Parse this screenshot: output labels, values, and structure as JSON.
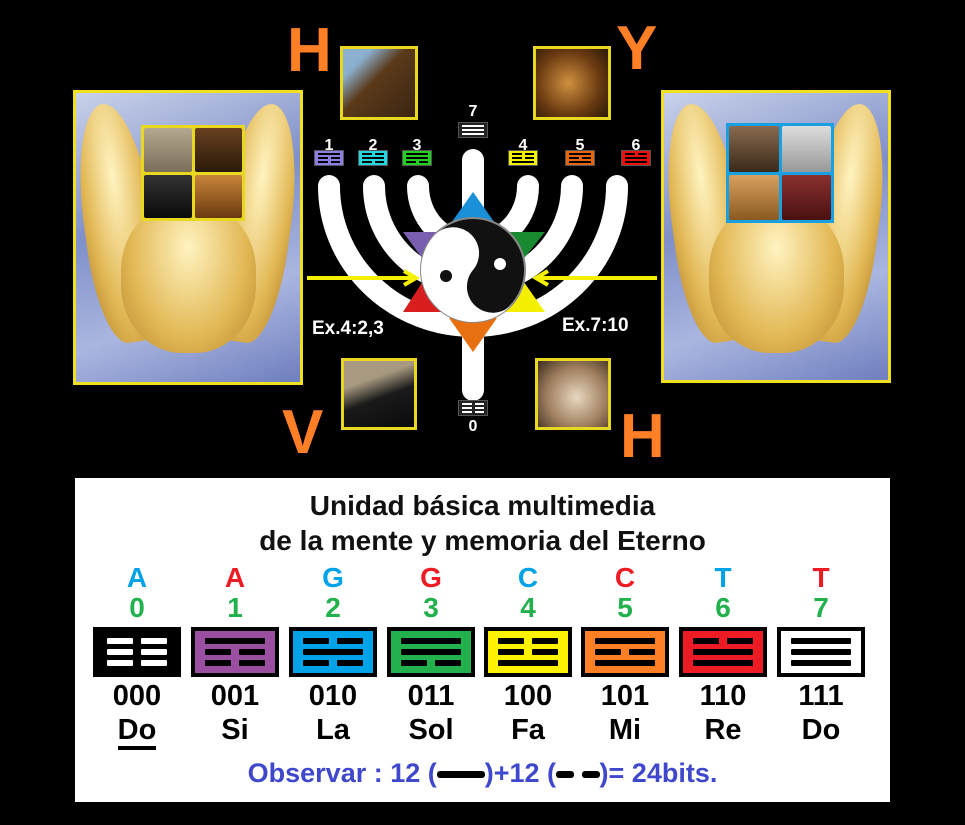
{
  "corner_letters": {
    "top_left": "H",
    "top_right": "Y",
    "bottom_left": "V",
    "bottom_right": "H"
  },
  "menorah": {
    "branches": [
      {
        "label": "1",
        "color": "#8a7fe0",
        "lines": [
          1,
          0,
          0
        ]
      },
      {
        "label": "2",
        "color": "#22d8e0",
        "lines": [
          0,
          1,
          0
        ]
      },
      {
        "label": "3",
        "color": "#22d022",
        "lines": [
          1,
          1,
          0
        ]
      },
      {
        "label": "4",
        "color": "#f0f000",
        "lines": [
          0,
          0,
          1
        ]
      },
      {
        "label": "5",
        "color": "#e8650f",
        "lines": [
          1,
          0,
          1
        ]
      },
      {
        "label": "6",
        "color": "#e81010",
        "lines": [
          0,
          1,
          1
        ]
      }
    ],
    "top": {
      "label": "7",
      "color": "#ffffff",
      "lines": [
        1,
        1,
        1
      ]
    },
    "bottom": {
      "label": "0",
      "color": "#ffffff",
      "lines": [
        0,
        0,
        0
      ]
    },
    "left_ref": "Ex.4:2,3",
    "right_ref": "Ex.7:10"
  },
  "panel": {
    "title_line1": "Unidad básica multimedia",
    "title_line2": "de la mente y memoria del Eterno",
    "items": [
      {
        "letter": "A",
        "letter_color": "#00a2e8",
        "number": "0",
        "bg": "#000000",
        "line_color": "#ffffff",
        "lines": [
          0,
          0,
          0
        ],
        "binary": "000",
        "note": "Do"
      },
      {
        "letter": "A",
        "letter_color": "#ed1c24",
        "number": "1",
        "bg": "#9b4fa0",
        "line_color": "#000000",
        "lines": [
          1,
          0,
          0
        ],
        "binary": "001",
        "note": "Si"
      },
      {
        "letter": "G",
        "letter_color": "#00a2e8",
        "number": "2",
        "bg": "#00a2e8",
        "line_color": "#000000",
        "lines": [
          0,
          1,
          0
        ],
        "binary": "010",
        "note": "La"
      },
      {
        "letter": "G",
        "letter_color": "#ed1c24",
        "number": "3",
        "bg": "#22b14c",
        "line_color": "#000000",
        "lines": [
          1,
          1,
          0
        ],
        "binary": "011",
        "note": "Sol"
      },
      {
        "letter": "C",
        "letter_color": "#00a2e8",
        "number": "4",
        "bg": "#fff200",
        "line_color": "#000000",
        "lines": [
          0,
          0,
          1
        ],
        "binary": "100",
        "note": "Fa"
      },
      {
        "letter": "C",
        "letter_color": "#ed1c24",
        "number": "5",
        "bg": "#ff7f27",
        "line_color": "#000000",
        "lines": [
          1,
          0,
          1
        ],
        "binary": "101",
        "note": "Mi"
      },
      {
        "letter": "T",
        "letter_color": "#00a2e8",
        "number": "6",
        "bg": "#ed1c24",
        "line_color": "#000000",
        "lines": [
          0,
          1,
          1
        ],
        "binary": "110",
        "note": "Re"
      },
      {
        "letter": "T",
        "letter_color": "#ed1c24",
        "number": "7",
        "bg": "#ffffff",
        "line_color": "#000000",
        "lines": [
          1,
          1,
          1
        ],
        "binary": "111",
        "note": "Do"
      }
    ],
    "observe": {
      "prefix": "Observar : 12 (",
      "middle": ")+12 (",
      "suffix": ")= 24bits."
    }
  }
}
